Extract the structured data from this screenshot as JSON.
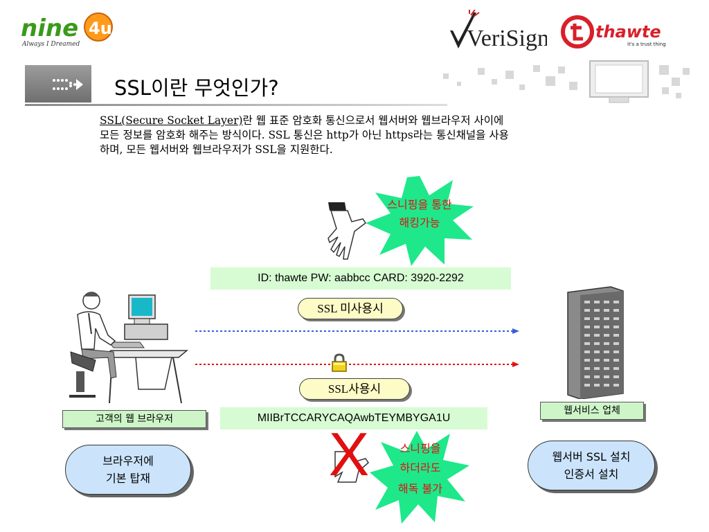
{
  "logos": {
    "nine4u_main": "nine",
    "nine4u_circle": "4u",
    "nine4u_tagline": "Always I Dreamed",
    "verisign": "VeriSign",
    "thawte": "thawte",
    "thawte_tagline": "it's a trust thing"
  },
  "title": "SSL이란 무엇인가?",
  "intro": {
    "term": "SSL(Secure Socket Layer)",
    "line1_rest": "란 웹 표준 암호화 통신으로서 웹서버와 웹브라우저 사이에",
    "line2": "모든 정보를 암호화 해주는 방식이다. SSL 통신은 http가 아닌 https라는 통신채널을 사용",
    "line3": "하며, 모든 웹서버와 웹브라우저가 SSL을 지원한다."
  },
  "diagram": {
    "sniff_top_line1": "스니핑을 통한",
    "sniff_top_line2": "해킹가능",
    "plain_data": "ID: thawte PW: aabbcc CARD: 3920-2292",
    "no_ssl_label": "SSL 미사용시",
    "ssl_label": "SSL사용시",
    "encrypted_data": "MIIBrTCCARYCAQAwbTEYMBYGA1U",
    "client_label": "고객의 웹 브라우저",
    "server_label": "웹서비스 업체",
    "client_note_line1": "브라우저에",
    "client_note_line2": "기본 탑재",
    "server_note_line1": "웹서버 SSL 설치",
    "server_note_line2": "인증서 설치",
    "sniff_bottom_line1": "스니핑을",
    "sniff_bottom_line2": "하더라도",
    "sniff_bottom_line3": "해독 불가",
    "cross_mark": "X"
  },
  "colors": {
    "plain_arrow": "#3b5bd6",
    "ssl_arrow": "#e01010",
    "starburst": "#1ee88a",
    "warning_text": "#e01010"
  }
}
